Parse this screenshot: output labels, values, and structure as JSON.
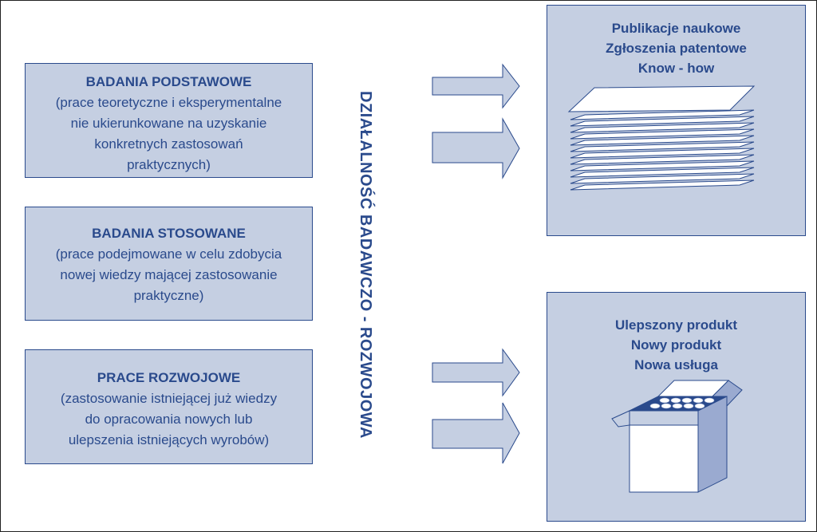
{
  "activity_label": "DZIAŁALNOŚĆ BADAWCZO - ROZWOJOWA",
  "categories": [
    {
      "title": "BADANIA PODSTAWOWE",
      "lines": [
        "(prace teoretyczne i eksperymentalne",
        "nie ukierunkowane na uzyskanie",
        "konkretnych zastosowań",
        "praktycznych)"
      ]
    },
    {
      "title": "BADANIA STOSOWANE",
      "lines": [
        "(prace podejmowane w celu zdobycia",
        "nowej wiedzy mającej zastosowanie",
        "praktyczne)"
      ]
    },
    {
      "title": "PRACE ROZWOJOWE",
      "lines": [
        "(zastosowanie istniejącej już wiedzy",
        "do opracowania nowych lub",
        "ulepszenia istniejących wyrobów)"
      ]
    }
  ],
  "outputs": [
    {
      "lines": [
        "Publikacje naukowe",
        "Zgłoszenia patentowe",
        "Know - how"
      ],
      "icon": "paper-stack-icon"
    },
    {
      "lines": [
        "Ulepszony produkt",
        "Nowy produkt",
        "Nowa usługa"
      ],
      "icon": "product-box-icon"
    }
  ],
  "colors": {
    "box_fill": "#c5cfe2",
    "text": "#2a4a8c",
    "border": "#2a4a8c"
  }
}
